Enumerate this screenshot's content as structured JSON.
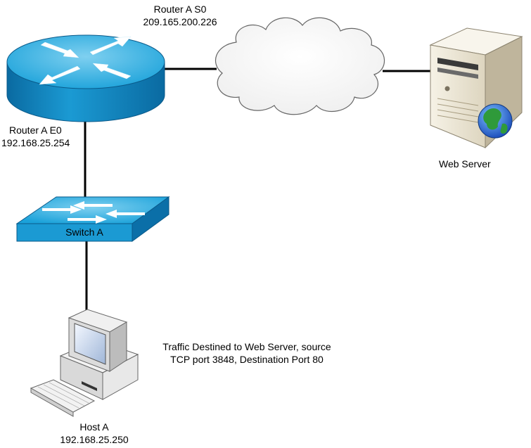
{
  "labels": {
    "router_s0_name": "Router A S0",
    "router_s0_ip": "209.165.200.226",
    "router_e0_name": "Router A E0",
    "router_e0_ip": "192.168.25.254",
    "switch_name": "Switch A",
    "web_server": "Web Server",
    "host_name": "Host A",
    "host_ip": "192.168.25.250",
    "traffic_line1": "Traffic Destined to Web Server, source",
    "traffic_line2": "TCP port 3848, Destination Port 80"
  },
  "icons": {
    "router": "router-icon",
    "cloud": "cloud-icon",
    "server": "web-server-icon",
    "switch": "switch-icon",
    "host": "host-computer-icon"
  },
  "colors": {
    "device_blue": "#1ba2da",
    "device_blue_dark": "#0b6fa8",
    "device_light": "#c8e8f6",
    "server_beige": "#efe9d9",
    "link": "#000000"
  }
}
